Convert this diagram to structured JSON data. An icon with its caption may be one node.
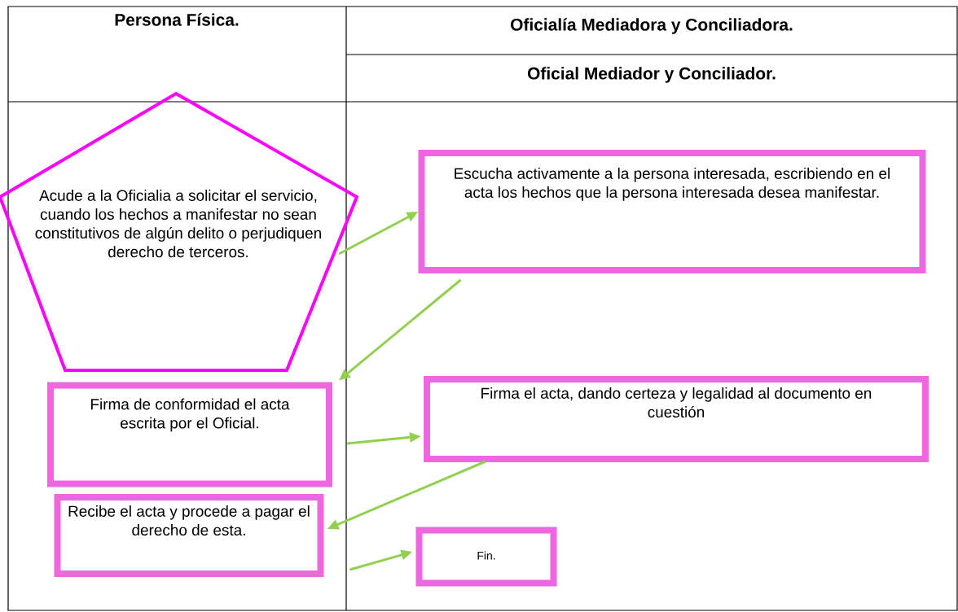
{
  "diagram": {
    "nodes": [
      {
        "text": [
          "Acude a la Oficialia a solicitar el servicio, cuando los hechos a manifestar no sean constitutivos de algún delito o perjudiquen derecho de terceros."
        ]
      },
      {
        "text": [
          "Escucha activamente a la persona interesada, escribiendo en el acta los hechos que la persona interesada desea manifestar."
        ]
      },
      {
        "text": [
          "Firma de conformidad el acta escrita por el Oficial."
        ]
      },
      {
        "text": [
          "Firma el acta, dando certeza y legalidad al documento en cuestión"
        ]
      },
      {
        "text": [
          "Recibe el acta y procede a pagar el derecho de esta."
        ]
      },
      {
        "text": [
          "Fin."
        ]
      }
    ],
    "edges": [
      {
        "from": 0,
        "to": 1,
        "arrow": "to"
      },
      {
        "from": 1,
        "to": 2,
        "arrow": "to"
      },
      {
        "from": 2,
        "to": 3,
        "arrow": "to"
      },
      {
        "from": 3,
        "to": 4,
        "arrow": "to"
      },
      {
        "from": 4,
        "to": 5,
        "arrow": "to"
      }
    ],
    "labels": [
      "Persona Física.",
      "Oficialía Mediadora y Conciliadora.",
      "Oficial Mediador y Conciliador."
    ]
  }
}
